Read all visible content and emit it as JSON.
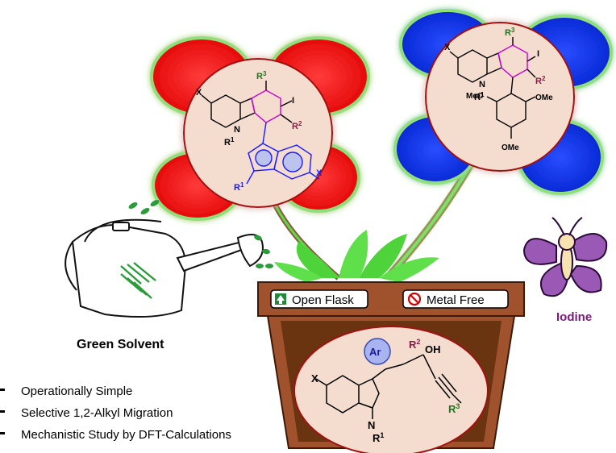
{
  "badges": {
    "open_flask": "Open Flask",
    "metal_free": "Metal Free"
  },
  "labels": {
    "green_solvent": "Green Solvent",
    "iodine": "Iodine"
  },
  "bullets": [
    "Operationally Simple",
    "Selective 1,2-Alkyl Migration",
    "Mechanistic Study by DFT-Calculations"
  ],
  "product_red": {
    "x": "X",
    "r3": "R",
    "r3_sup": "3",
    "i": "I",
    "n": "N",
    "r1": "R",
    "r1_sup": "1",
    "r2": "R",
    "r2_sup": "2",
    "indole_r1": "R",
    "indole_r1_sup": "1",
    "indole_x": "X"
  },
  "product_blue": {
    "x": "X",
    "r3": "R",
    "r3_sup": "3",
    "i": "I",
    "n": "N",
    "r1": "R",
    "r1_sup": "1",
    "r2": "R",
    "r2_sup": "2",
    "meo": "MeO",
    "ome1": "OMe",
    "ome2": "OMe"
  },
  "substrate": {
    "ar": "Ar",
    "r2": "R",
    "r2_sup": "2",
    "oh": "OH",
    "x": "X",
    "r3": "R",
    "r3_sup": "3",
    "n": "N",
    "r1": "R",
    "r1_sup": "1"
  },
  "colors": {
    "red_petal": "#ff1a1a",
    "blue_petal": "#0a2ee6",
    "circle_fill": "#f2d6c9",
    "circle_border": "#b30000",
    "pot": "#a0522d",
    "pot_inner": "#6b3410",
    "leaf_green": "#4ed33a",
    "butterfly": "#9b59b6"
  }
}
